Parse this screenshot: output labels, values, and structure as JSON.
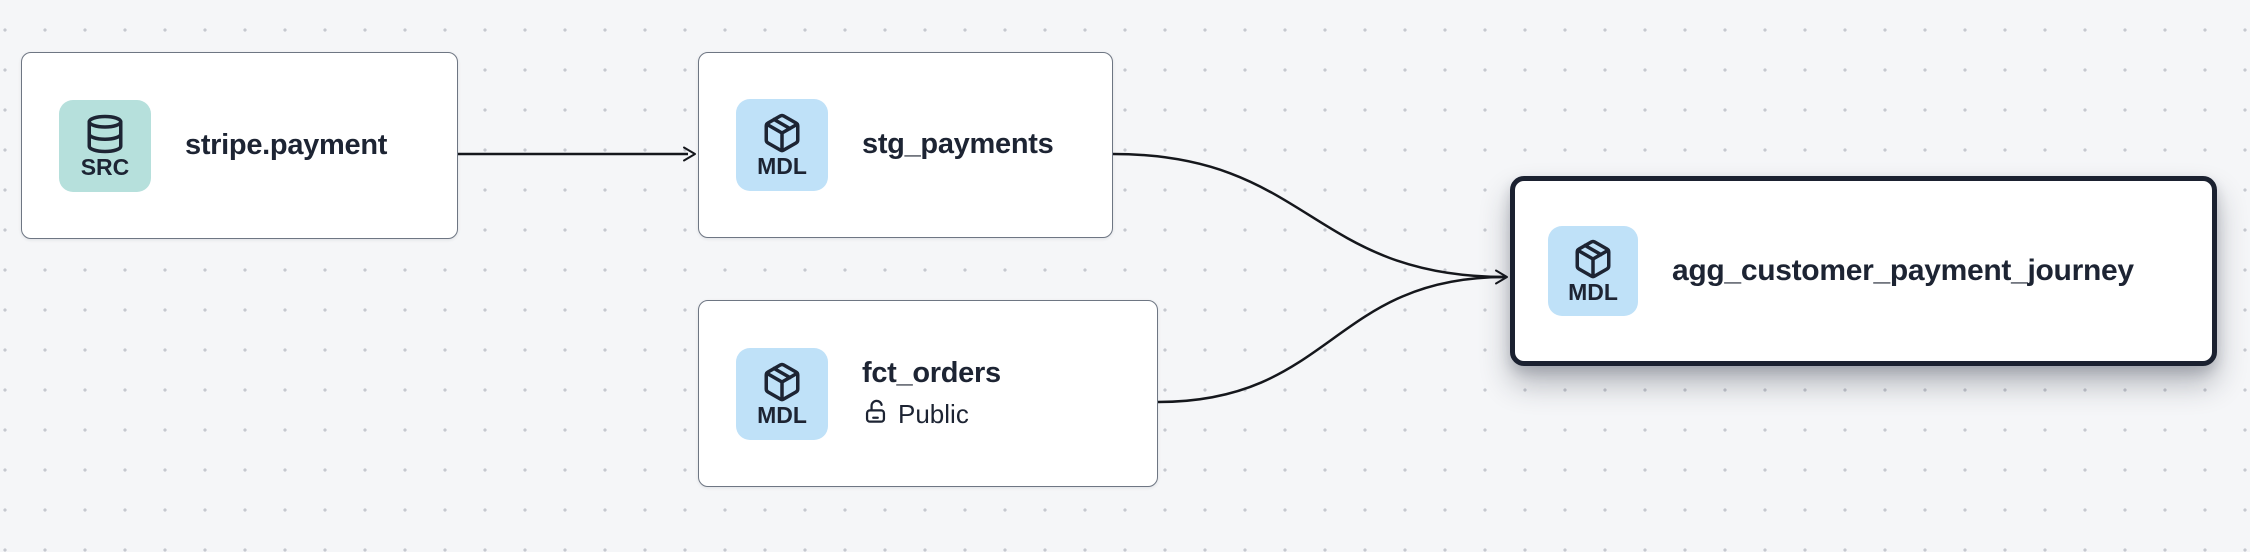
{
  "canvas": {
    "background_color": "#f5f6f8",
    "dot_color": "#c5c8cf",
    "edge_color": "#15171c",
    "node_border_color": "#6e7683",
    "selected_border_color": "#1b2130",
    "text_color": "#1d2433"
  },
  "node_types": {
    "source": {
      "abbr": "SRC",
      "badge_color": "#b6e0dc",
      "icon": "database-icon"
    },
    "model": {
      "abbr": "MDL",
      "badge_color": "#bfe1f8",
      "icon": "cube-icon"
    }
  },
  "nodes": [
    {
      "id": "stripe.payment",
      "label": "stripe.payment",
      "type_abbr": "SRC",
      "selected": false
    },
    {
      "id": "stg_payments",
      "label": "stg_payments",
      "type_abbr": "MDL",
      "selected": false
    },
    {
      "id": "fct_orders",
      "label": "fct_orders",
      "type_abbr": "MDL",
      "access": "Public",
      "selected": false
    },
    {
      "id": "agg_customer_payment_journey",
      "label": "agg_customer_payment_journey",
      "type_abbr": "MDL",
      "selected": true
    }
  ],
  "edges": [
    {
      "from": "stripe.payment",
      "to": "stg_payments"
    },
    {
      "from": "stg_payments",
      "to": "agg_customer_payment_journey"
    },
    {
      "from": "fct_orders",
      "to": "agg_customer_payment_journey"
    }
  ]
}
